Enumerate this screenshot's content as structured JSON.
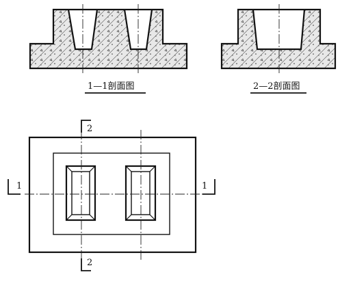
{
  "section_1": {
    "caption": "1—1剖面图"
  },
  "section_2": {
    "caption": "2—2剖面图"
  },
  "plan": {
    "cut_labels": {
      "top": "2",
      "bottom": "2",
      "left": "1",
      "right": "1"
    }
  },
  "colors": {
    "line": "#111111",
    "concrete_fill": "#e8e8e8",
    "background": "#ffffff"
  }
}
